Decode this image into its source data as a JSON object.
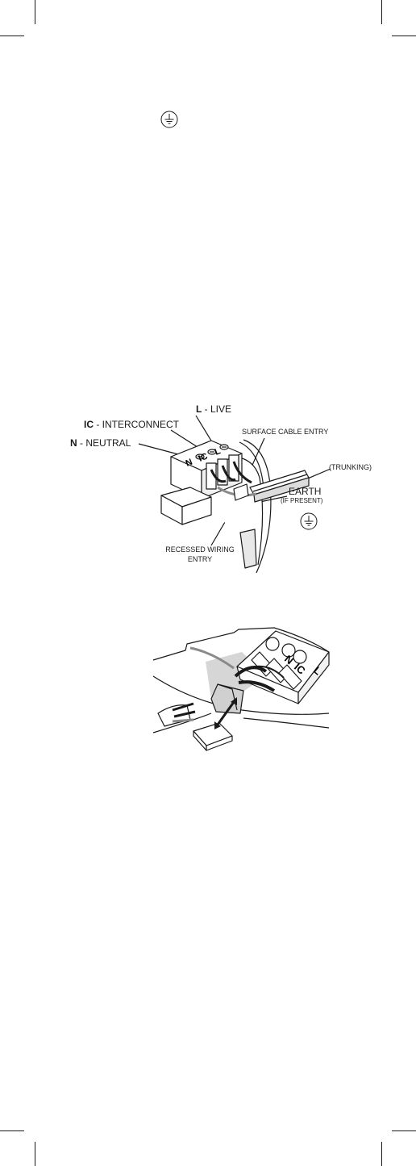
{
  "diagram1": {
    "live": {
      "letter": "L",
      "rest": " - LIVE"
    },
    "interconnect": {
      "letter": "IC",
      "rest": " - INTERCONNECT"
    },
    "neutral": {
      "letter": "N",
      "rest": " - NEUTRAL"
    },
    "surface_cable_entry": "SURFACE CABLE ENTRY",
    "trunking": "(TRUNKING)",
    "earth": "EARTH",
    "earth_note": "(IF PRESENT)",
    "recessed_line1": "RECESSED WIRING",
    "recessed_line2": "ENTRY",
    "terminal_letters": {
      "n": "N",
      "ic": "IC",
      "l": "L"
    }
  },
  "diagram2": {
    "terminal_letters": {
      "n": "N",
      "ic": "IC",
      "l": "L"
    }
  },
  "icons": [
    "earth-symbol-icon",
    "crop-mark-icon",
    "double-arrow-icon"
  ]
}
